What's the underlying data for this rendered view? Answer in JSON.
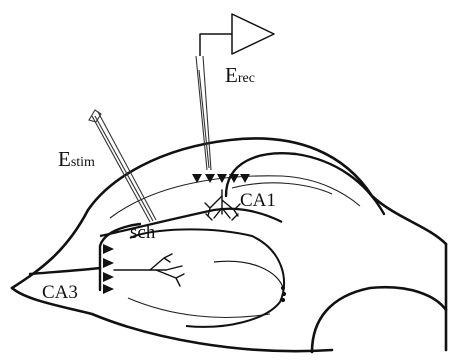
{
  "labels": {
    "e_rec": {
      "base": "E",
      "sub": "rec"
    },
    "e_stim": {
      "base": "E",
      "sub": "stim"
    },
    "ca1": "CA1",
    "ca3": "CA3",
    "sch": "sch"
  }
}
